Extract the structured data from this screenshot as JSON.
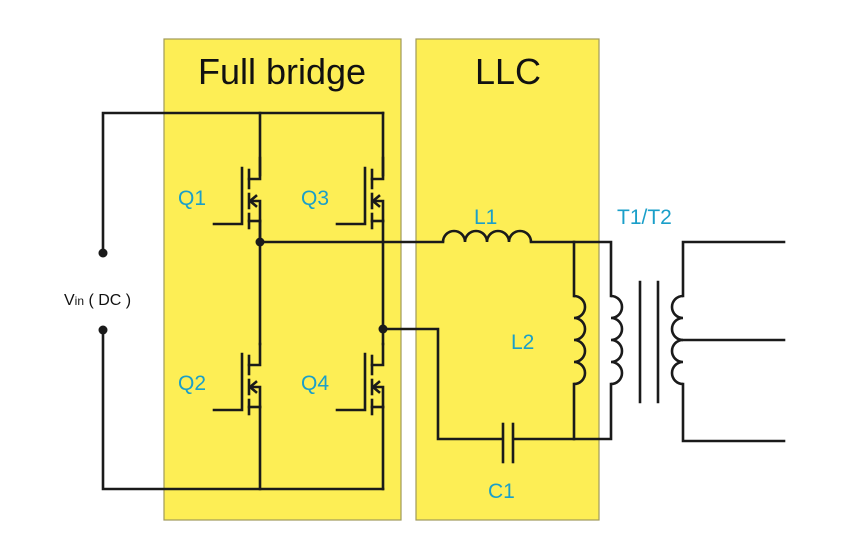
{
  "blocks": {
    "full_bridge": {
      "title": "Full bridge"
    },
    "llc": {
      "title": "LLC"
    }
  },
  "source": {
    "label_main": "V",
    "label_sub": "in",
    "label_suffix": " ( DC )"
  },
  "components": {
    "q1": "Q1",
    "q2": "Q2",
    "q3": "Q3",
    "q4": "Q4",
    "l1": "L1",
    "l2": "L2",
    "c1": "C1",
    "transformer": "T1/T2"
  },
  "colors": {
    "block_fill": "#fdee55",
    "label_color": "#1a9fc9",
    "wire_color": "#1a1a1a"
  }
}
